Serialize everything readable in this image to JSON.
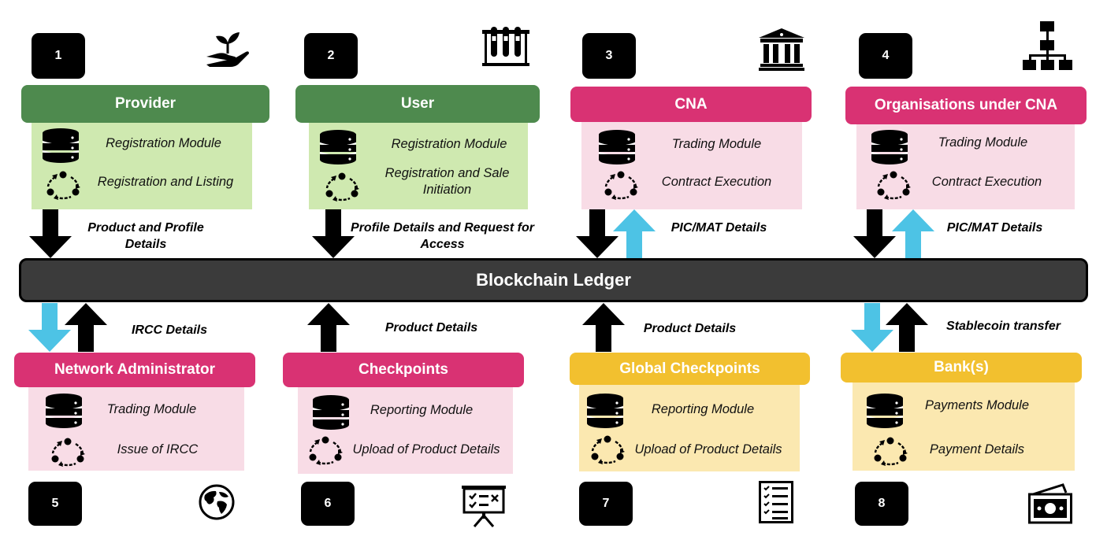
{
  "ledger": "Blockchain Ledger",
  "colors": {
    "green_header": "#4e8a4e",
    "green_panel": "#cfe9b0",
    "pink_header": "#d93273",
    "pink_panel": "#f8dce6",
    "yellow_header": "#f2c02f",
    "yellow_panel": "#fbe8b0",
    "up_arrow": "#4dc3e5",
    "ledger": "#3b3b3b"
  },
  "top": [
    {
      "number": "1",
      "icon": "hand-plant-icon",
      "title": "Provider",
      "module1": "Registration Module",
      "module2": "Registration and Listing",
      "flow": "Product and Profile Details"
    },
    {
      "number": "2",
      "icon": "test-tubes-icon",
      "title": "User",
      "module1": "Registration Module",
      "module2": "Registration and Sale Initiation",
      "flow": "Profile Details and Request for Access"
    },
    {
      "number": "3",
      "icon": "bank-building-icon",
      "title": "CNA",
      "module1": "Trading Module",
      "module2": "Contract Execution",
      "flow": "PIC/MAT Details"
    },
    {
      "number": "4",
      "icon": "org-chart-icon",
      "title": "Organisations under CNA",
      "module1": "Trading Module",
      "module2": "Contract Execution",
      "flow": "PIC/MAT Details"
    }
  ],
  "bottom": [
    {
      "number": "5",
      "icon": "globe-icon",
      "title": "Network Administrator",
      "module1": "Trading Module",
      "module2": "Issue of IRCC",
      "flow": "IRCC Details"
    },
    {
      "number": "6",
      "icon": "presentation-board-icon",
      "title": "Checkpoints",
      "module1": "Reporting Module",
      "module2": "Upload of Product Details",
      "flow": "Product Details"
    },
    {
      "number": "7",
      "icon": "checklist-icon",
      "title": "Global Checkpoints",
      "module1": "Reporting Module",
      "module2": "Upload of Product Details",
      "flow": "Product Details"
    },
    {
      "number": "8",
      "icon": "money-bill-icon",
      "title": "Bank(s)",
      "module1": "Payments Module",
      "module2": "Payment Details",
      "flow": "Stablecoin transfer"
    }
  ]
}
